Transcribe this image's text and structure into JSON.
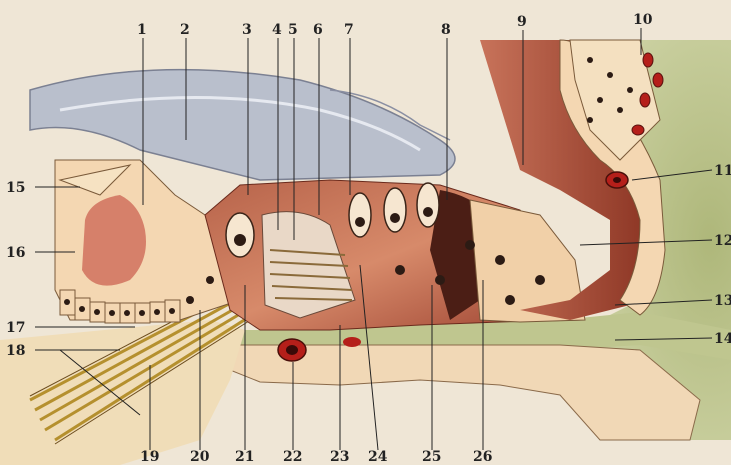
{
  "labels": [
    "1",
    "2",
    "3",
    "4",
    "5",
    "6",
    "7",
    "8",
    "9",
    "10",
    "11",
    "12",
    "13",
    "14",
    "15",
    "16",
    "17",
    "18",
    "19",
    "20",
    "21",
    "22",
    "23",
    "24",
    "25",
    "26"
  ],
  "colors": {
    "background": "#efe6d6",
    "tectorial_membrane": "#b9bfcc",
    "cell_salmon": "#e79a77",
    "cell_light": "#f4d7b2",
    "nucleus": "#2c1b14",
    "scala_dark": "#9b3b2a",
    "ligament_green": "#c9cfa0",
    "nerve_fibers": "#b5902e",
    "vessel_red": "#b51f1a"
  }
}
